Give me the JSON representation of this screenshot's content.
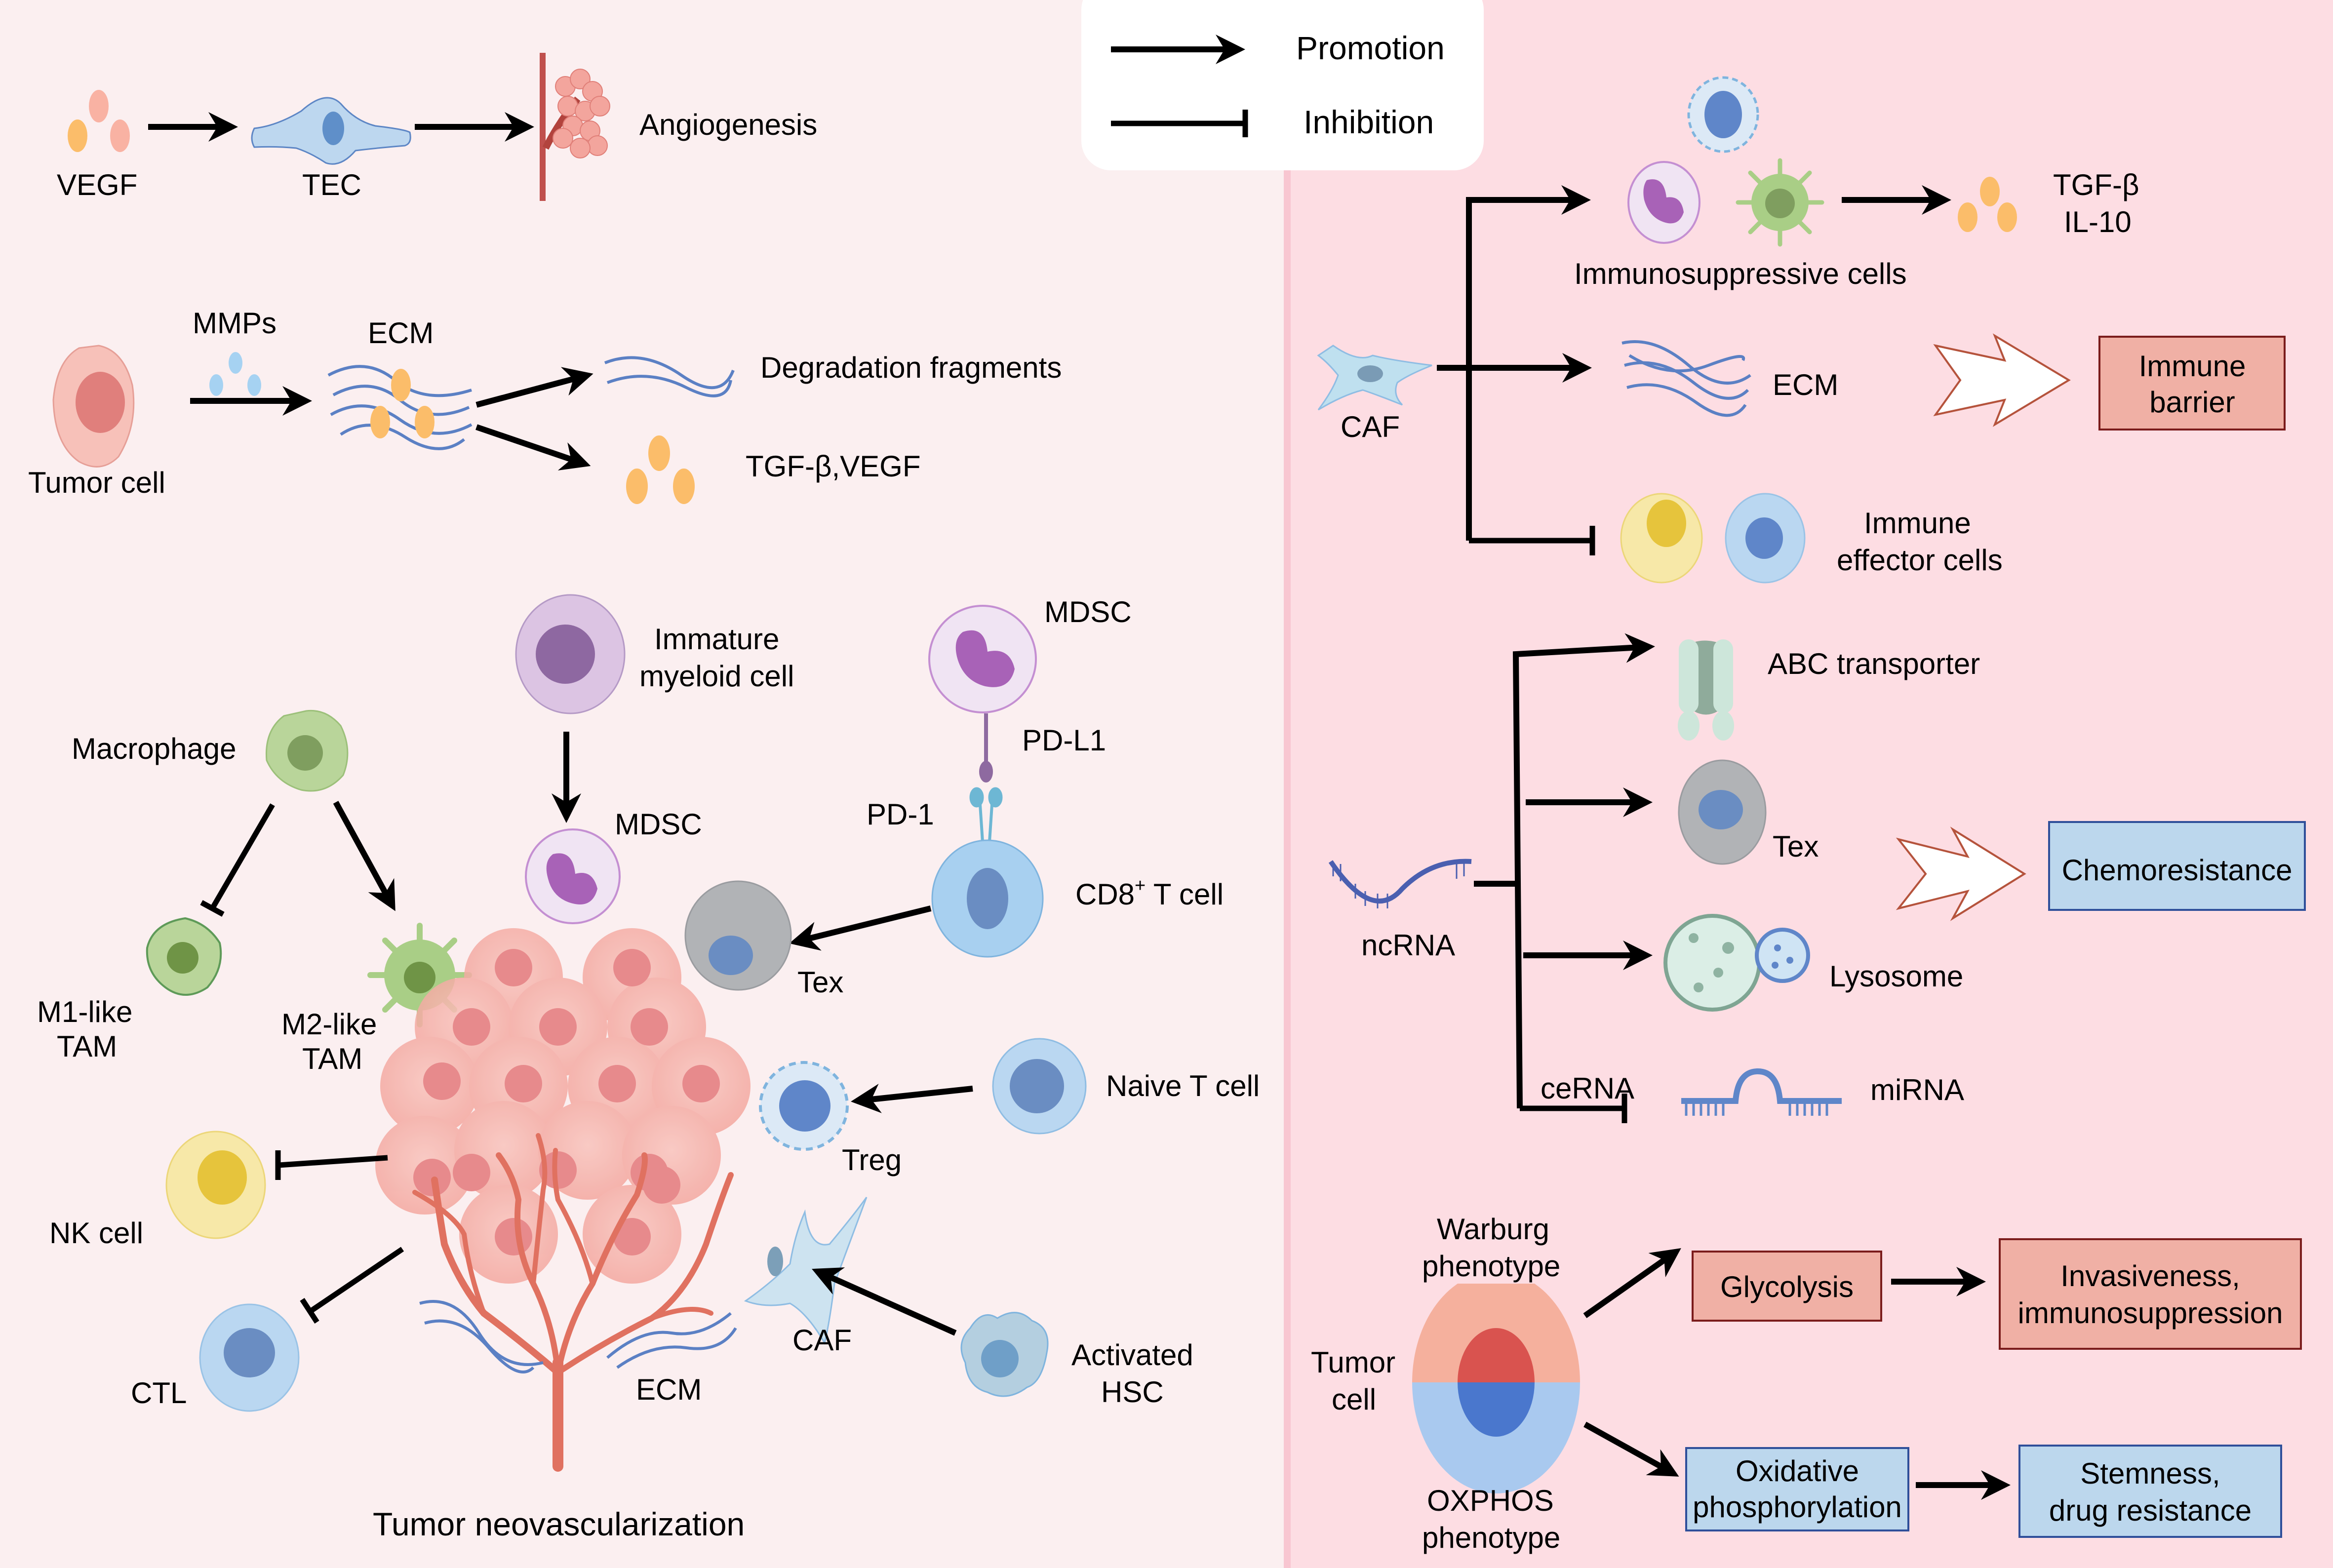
{
  "legend": {
    "promotion": "Promotion",
    "inhibition": "Inhibition"
  },
  "left_panel": {
    "angiogenesis_row": {
      "vegf": "VEGF",
      "tec": "TEC",
      "angiogenesis": "Angiogenesis"
    },
    "ecm_row": {
      "tumor_cell": "Tumor cell",
      "mmps": "MMPs",
      "ecm": "ECM",
      "degradation": "Degradation fragments",
      "tgf_vegf": "TGF-β,VEGF"
    },
    "tme": {
      "macrophage": "Macrophage",
      "m1_line1": "M1-like",
      "m1_line2": "TAM",
      "m2_line1": "M2-like",
      "m2_line2": "TAM",
      "immature_line1": "Immature",
      "immature_line2": "myeloid cell",
      "mdsc_center": "MDSC",
      "mdsc_top": "MDSC",
      "pdl1": "PD-L1",
      "pd1": "PD-1",
      "cd8_prefix": "CD8",
      "cd8_sup": "+",
      "cd8_suffix": " T cell",
      "tex": "Tex",
      "naive": "Naive T cell",
      "treg": "Treg",
      "nk": "NK cell",
      "ctl": "CTL",
      "caf": "CAF",
      "ecm": "ECM",
      "hsc_line1": "Activated",
      "hsc_line2": "HSC",
      "title": "Tumor neovascularization"
    }
  },
  "right_panel": {
    "caf_section": {
      "caf": "CAF",
      "immunosuppressive": "Immunosuppressive cells",
      "tgf": "TGF-β",
      "il10": "IL-10",
      "ecm": "ECM",
      "immune_barrier_line1": "Immune",
      "immune_barrier_line2": "barrier",
      "effector_line1": "Immune",
      "effector_line2": "effector cells"
    },
    "ncrna_section": {
      "ncrna": "ncRNA",
      "abc": "ABC transporter",
      "tex": "Tex",
      "lysosome": "Lysosome",
      "cerna": "ceRNA",
      "mirna": "miRNA",
      "chemoresistance": "Chemoresistance"
    },
    "metabolism_section": {
      "tumor_line1": "Tumor",
      "tumor_line2": "cell",
      "warburg_line1": "Warburg",
      "warburg_line2": "phenotype",
      "oxphos_line1": "OXPHOS",
      "oxphos_line2": "phenotype",
      "glycolysis": "Glycolysis",
      "invasive_line1": "Invasiveness,",
      "invasive_line2": "immunosuppression",
      "oxidative_line1": "Oxidative",
      "oxidative_line2": "phosphorylation",
      "stemness_line1": "Stemness,",
      "stemness_line2": "drug resistance"
    }
  },
  "colors": {
    "left_bg": "#fbeff0",
    "right_bg": "#fddde3",
    "red_box_fill": "#f0b0a5",
    "red_box_stroke": "#7b1c1c",
    "blue_box_fill": "#bcd7ed",
    "blue_box_stroke": "#2f4f9a",
    "chevron_stroke": "#b5533c"
  }
}
